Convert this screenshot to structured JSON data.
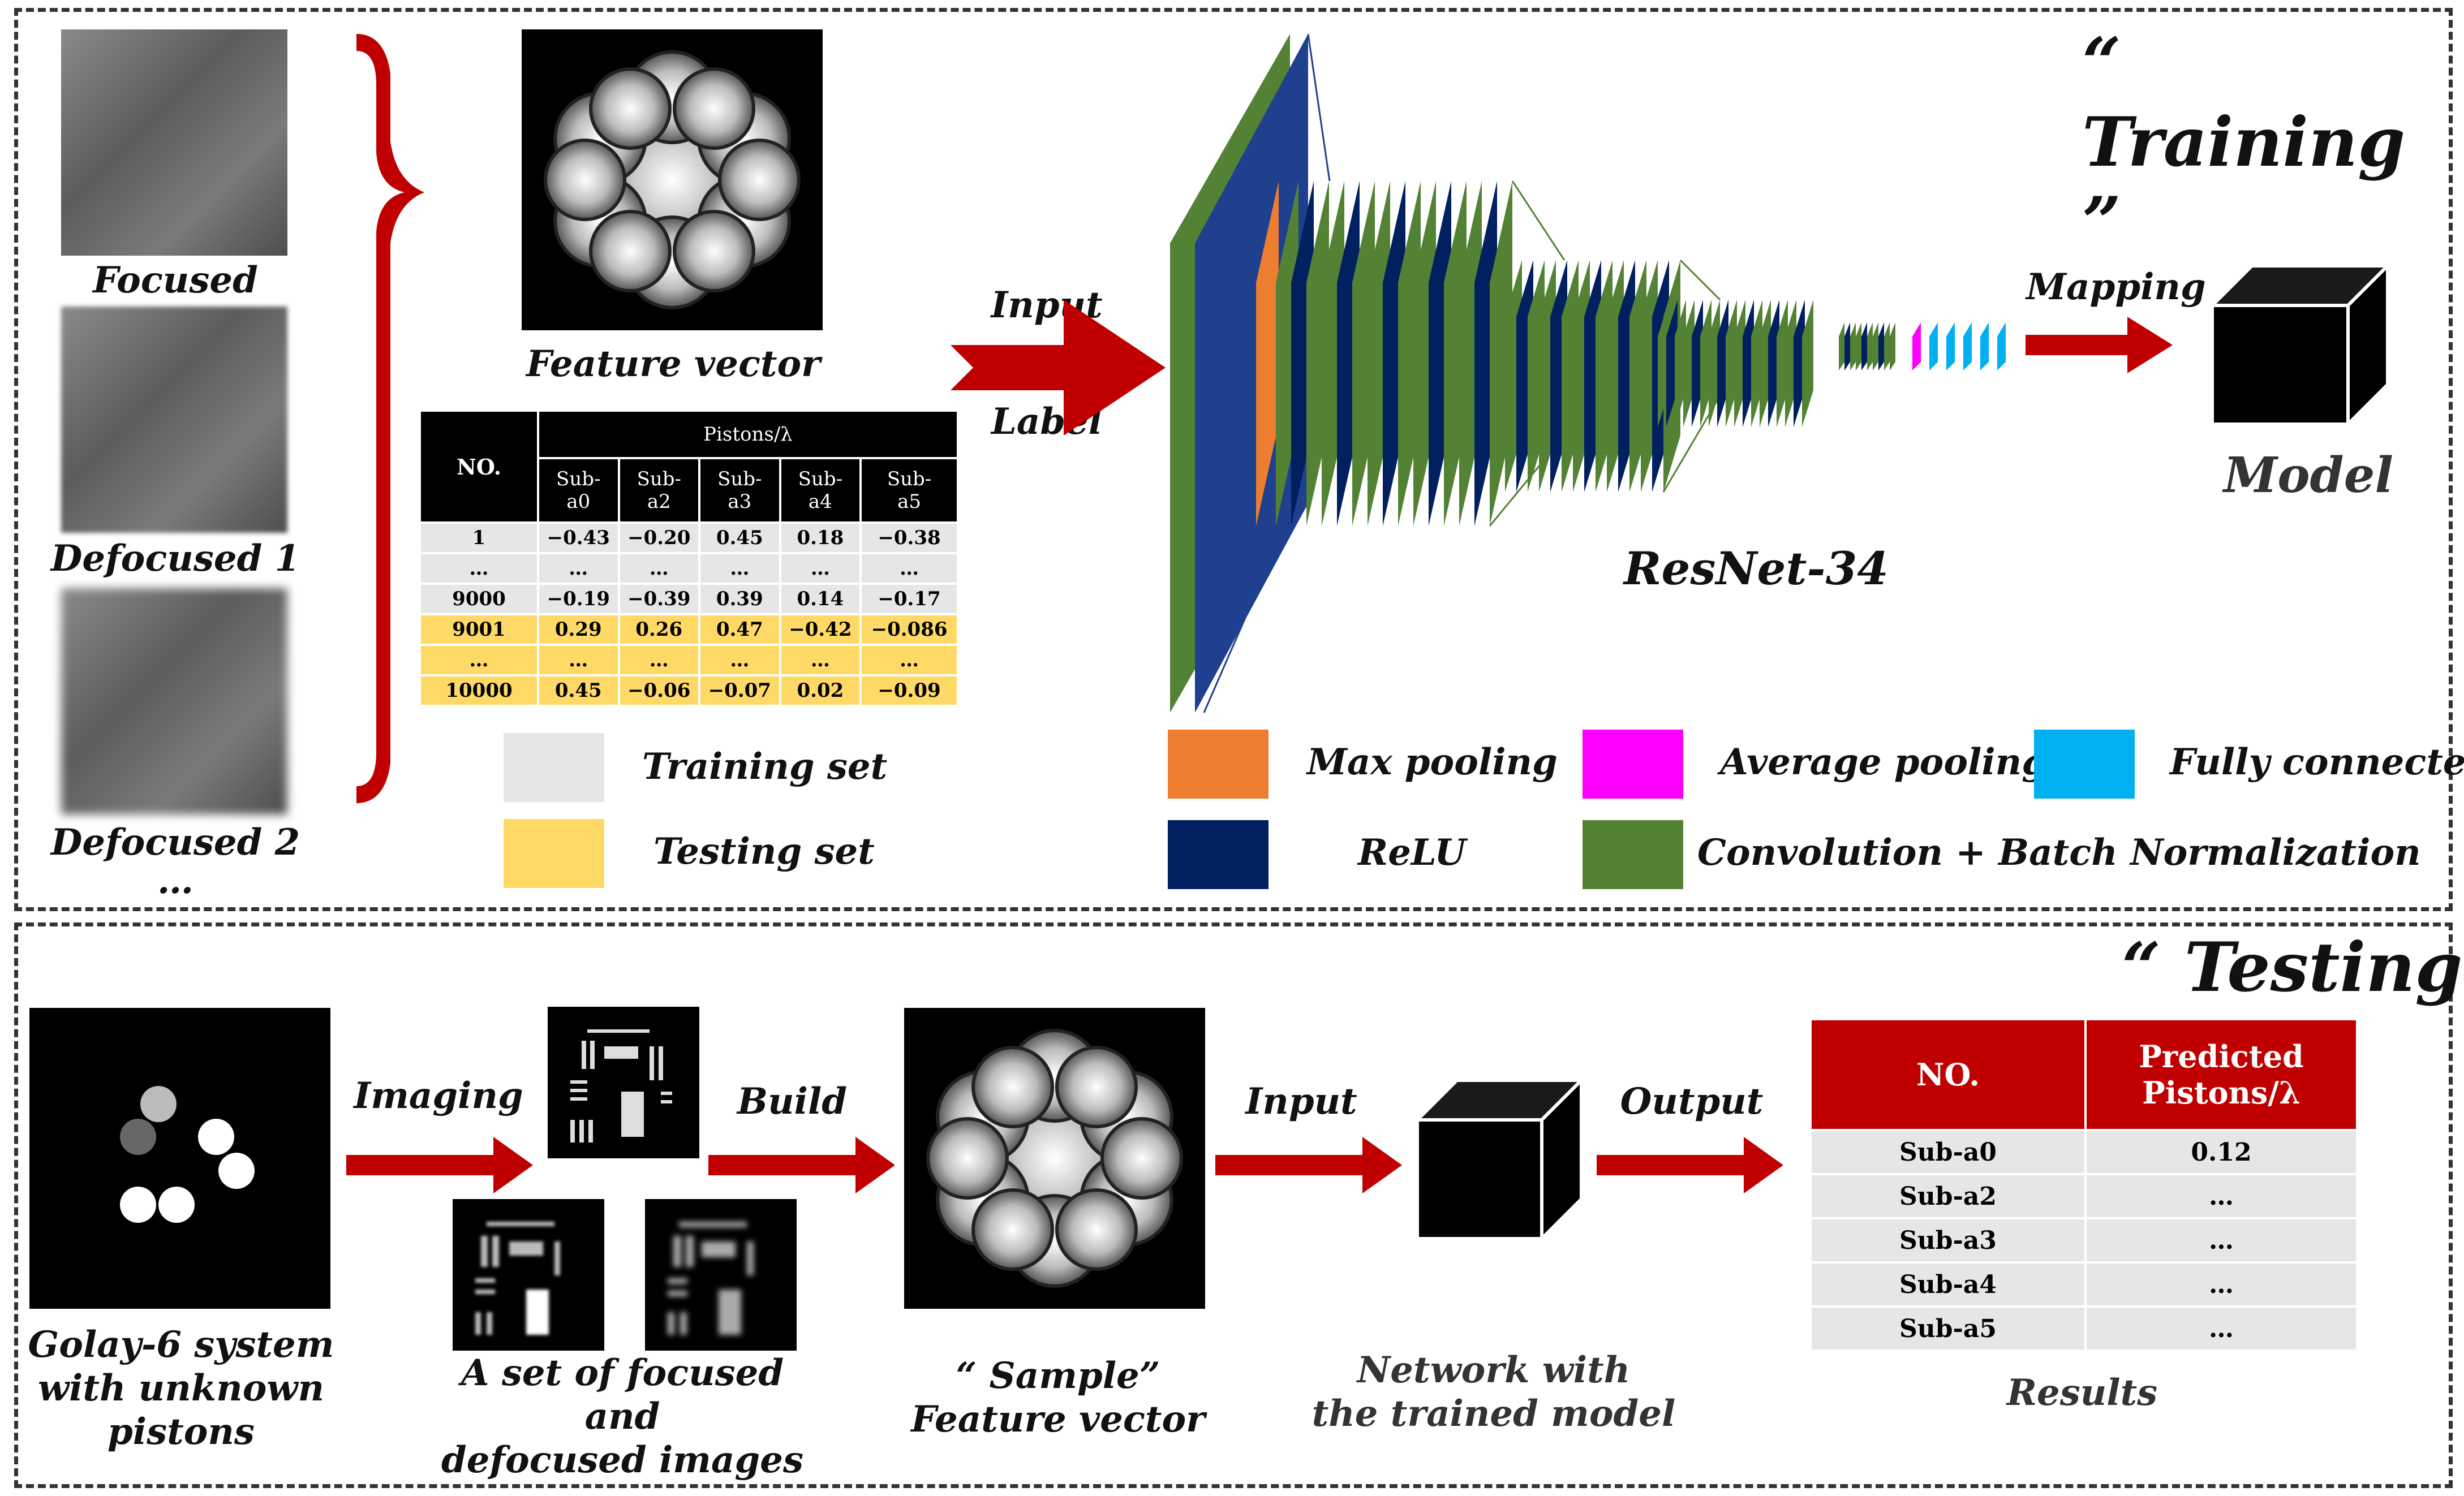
{
  "training": {
    "title": "“ Training ”",
    "image_labels": [
      "Focused",
      "Defocused 1",
      "Defocused 2",
      "…"
    ],
    "feature_vector_label": "Feature vector",
    "input_label": "Input",
    "label_label": "Label",
    "network_name": "ResNet-34",
    "mapping_label": "Mapping",
    "model_label": "Model",
    "table": {
      "no_header": "NO.",
      "pistons_header": "Pistons/λ",
      "sub_headers": [
        [
          "Sub-",
          "a0"
        ],
        [
          "Sub-",
          "a2"
        ],
        [
          "Sub-",
          "a3"
        ],
        [
          "Sub-",
          "a4"
        ],
        [
          "Sub-",
          "a5"
        ]
      ],
      "train_rows": [
        [
          "1",
          "−0.43",
          "−0.20",
          "0.45",
          "0.18",
          "−0.38"
        ],
        [
          "…",
          "…",
          "…",
          "…",
          "…",
          "…"
        ],
        [
          "9000",
          "−0.19",
          "−0.39",
          "0.39",
          "0.14",
          "−0.17"
        ]
      ],
      "test_rows": [
        [
          "9001",
          "0.29",
          "0.26",
          "0.47",
          "−0.42",
          "−0.086"
        ],
        [
          "…",
          "…",
          "…",
          "…",
          "…",
          "…"
        ],
        [
          "10000",
          "0.45",
          "−0.06",
          "−0.07",
          "0.02",
          "−0.09"
        ]
      ]
    },
    "set_legend": {
      "training": "Training set",
      "testing": "Testing set"
    },
    "layer_legend": {
      "max_pooling": "Max pooling",
      "average_pooling": "Average pooling",
      "fully_connected": "Fully connected",
      "relu": "ReLU",
      "conv_bn": "Convolution + Batch Normalization"
    }
  },
  "testing": {
    "title": "“ Testing ”",
    "golay_label": [
      "Golay-6 system",
      "with unknown",
      "pistons"
    ],
    "imaging_label": "Imaging",
    "images_label": [
      "A set of focused and",
      "defocused images"
    ],
    "build_label": "Build",
    "sample_label": [
      "“ Sample”",
      "Feature vector"
    ],
    "input_label": "Input",
    "network_label": [
      "Network with",
      "the trained model"
    ],
    "output_label": "Output",
    "results_label": "Results",
    "results_table": {
      "no_header": "NO.",
      "pred_header": [
        "Predicted",
        "Pistons/λ"
      ],
      "rows": [
        [
          "Sub-a0",
          "0.12"
        ],
        [
          "Sub-a2",
          "…"
        ],
        [
          "Sub-a3",
          "…"
        ],
        [
          "Sub-a4",
          "…"
        ],
        [
          "Sub-a5",
          "…"
        ]
      ]
    }
  },
  "colors": {
    "max_pooling": "#ED7D31",
    "relu": "#002060",
    "average_pooling": "#FF00FF",
    "fully_connected": "#00B0F0",
    "conv_bn": "#548235",
    "arrow_red": "#C00000",
    "training_gray": "#E7E6E6",
    "testing_yellow": "#FFD966"
  }
}
